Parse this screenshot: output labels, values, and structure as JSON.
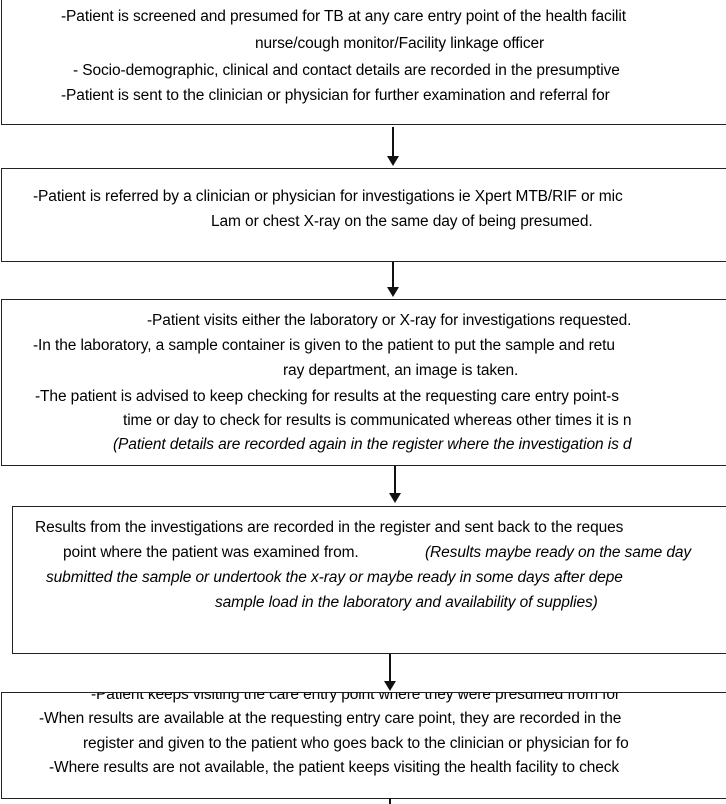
{
  "boxes": [
    {
      "lines": [
        "-Patient is screened and presumed for TB at any care entry point of the health facilit",
        "nurse/cough monitor/Facility linkage officer",
        "- Socio-demographic, clinical and contact details are recorded in the presumptive",
        "-Patient is sent to the clinician or physician for further examination and referral for"
      ]
    },
    {
      "lines": [
        "-Patient is referred by a clinician or physician for investigations ie Xpert MTB/RIF or mic",
        "Lam or chest X-ray on the same day of being presumed."
      ]
    },
    {
      "lines": [
        "-Patient visits either the laboratory or X-ray for investigations requested.",
        "-In the laboratory, a sample container is given to the patient to put the sample and retu",
        "ray department, an image is taken.",
        "-The patient is advised to keep checking  for results at the requesting care entry point-s",
        "time or day to check for results is communicated whereas other times it is n",
        "(Patient details are recorded again in the register where the investigation is d"
      ]
    },
    {
      "lines": [
        "Results from the investigations are recorded in the register and sent back to the reques",
        "point where the patient was examined from.",
        "(Results maybe ready on the same day",
        "submitted the sample or undertook the x-ray or maybe ready in some days after depe",
        "sample load in the laboratory and availability of supplies)"
      ]
    },
    {
      "lines": [
        "-Patient keeps visiting the care entry point where they were presumed from for",
        "-When results are available at the requesting entry care point, they are recorded in the",
        "register and given to the patient who goes back to the clinician or physician for fo",
        "-Where results are not available, the patient keeps visiting the health facility to check"
      ]
    }
  ]
}
